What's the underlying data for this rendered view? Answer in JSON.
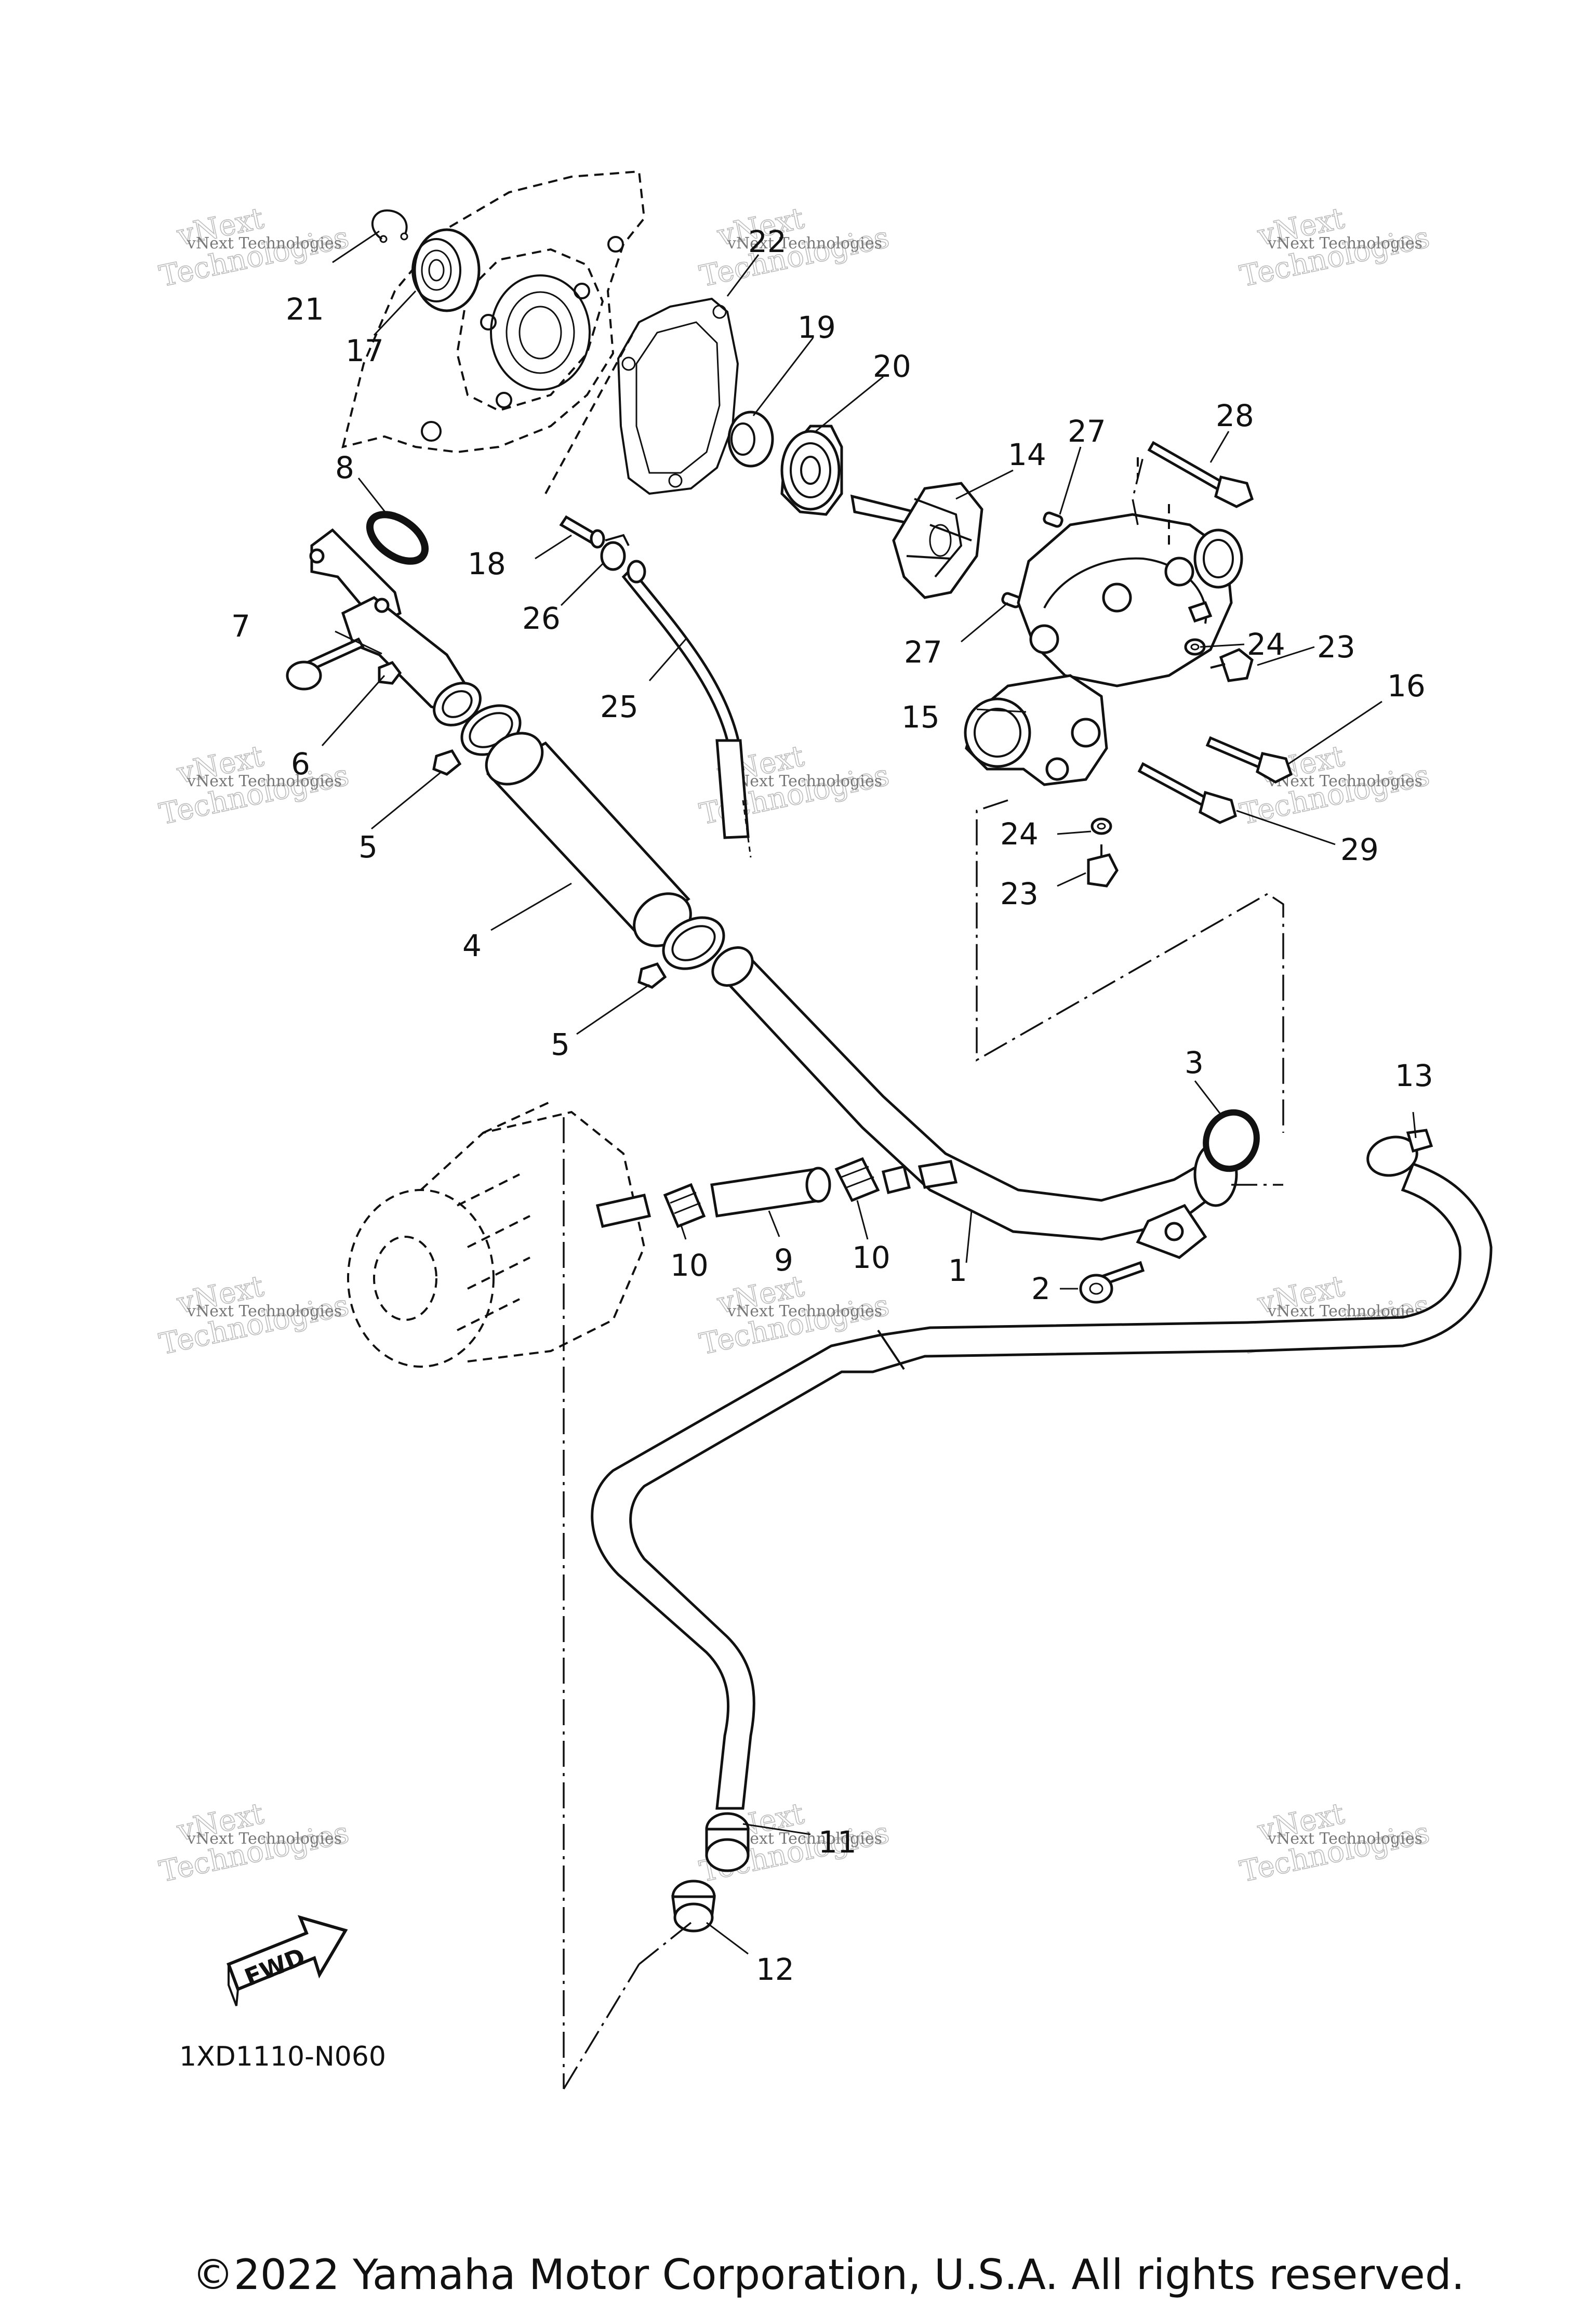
{
  "diagram": {
    "callouts": [
      "22",
      "21",
      "17",
      "19",
      "20",
      "28",
      "27",
      "14",
      "8",
      "18",
      "26",
      "24",
      "23",
      "7",
      "27",
      "25",
      "16",
      "15",
      "6",
      "5",
      "24",
      "29",
      "23",
      "4",
      "5",
      "3",
      "13",
      "10",
      "9",
      "10",
      "1",
      "2",
      "11",
      "12"
    ],
    "watermark": {
      "line1": "vNext Technologies",
      "line2": "vNext",
      "line3": "Technologies"
    },
    "fwd_label": "FWD",
    "diagram_code": "1XD1110-N060",
    "copyright": "©2022 Yamaha Motor Corporation, U.S.A. All rights reserved."
  }
}
